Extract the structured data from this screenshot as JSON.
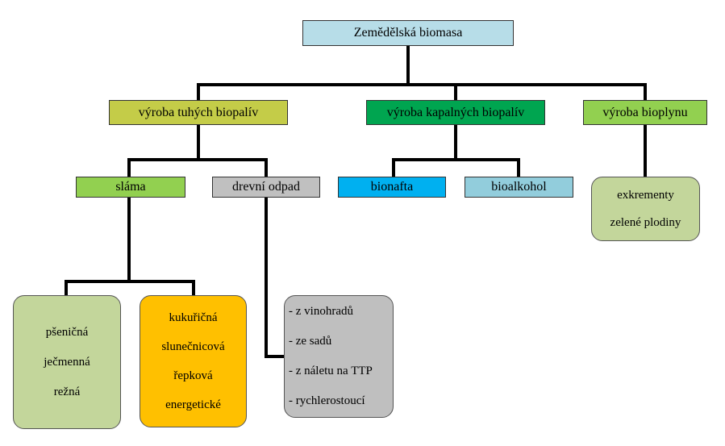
{
  "root": {
    "label": "Zemědělská biomasa",
    "color": "#b7dde8"
  },
  "categories": [
    {
      "label": "výroba tuhých biopalív",
      "color": "#c4cc48"
    },
    {
      "label": "výroba kapalných biopalív",
      "color": "#00a550"
    },
    {
      "label": "výroba bioplynu",
      "color": "#92d050"
    }
  ],
  "solid": {
    "slama": {
      "label": "sláma",
      "color": "#92d050"
    },
    "drevni": {
      "label": "drevní odpad",
      "color": "#c0c0c0"
    },
    "slama_types": {
      "items": [
        "pšeničná",
        "ječmenná",
        "režná"
      ],
      "color": "#c3d69b"
    },
    "other_plants": {
      "items": [
        "kukuřičná",
        "slunečnicová",
        "řepková",
        "energetické"
      ],
      "color": "#ffc000"
    },
    "drevni_sources": {
      "items": [
        "- z vinohradů",
        "- ze sadů",
        "- z náletu na TTP",
        "- rychlerostoucí"
      ],
      "color": "#bfbfbf"
    }
  },
  "liquid": {
    "bionafta": {
      "label": "bionafta",
      "color": "#00b0f0"
    },
    "bioalkohol": {
      "label": "bioalkohol",
      "color": "#92cddc"
    }
  },
  "biogas": {
    "items": [
      "exkrementy",
      "zelené plodiny"
    ],
    "color": "#c3d69b"
  }
}
